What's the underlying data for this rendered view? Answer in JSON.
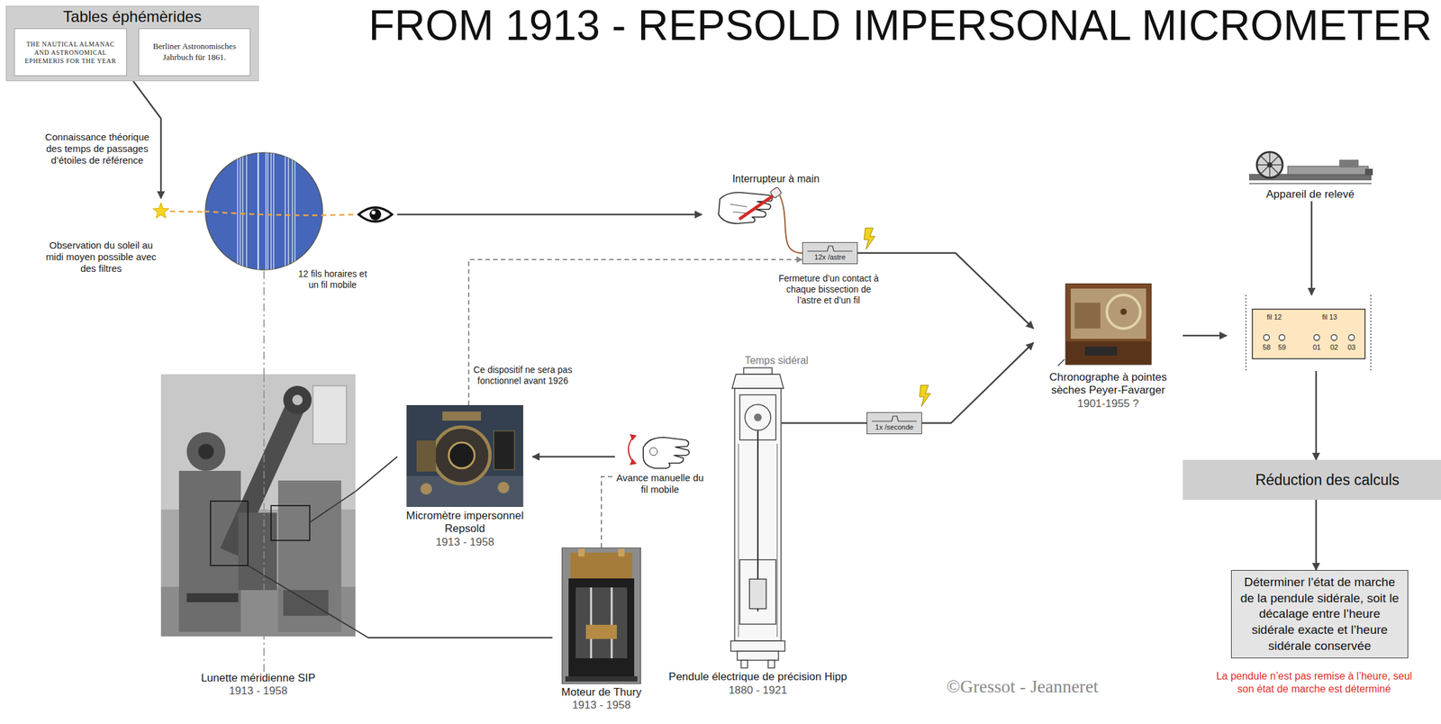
{
  "diagram": {
    "title": "FROM 1913 - REPSOLD IMPERSONAL MICROMETER",
    "nodes": [
      {
        "text": [
          "Tables éphémèrides"
        ]
      },
      {
        "text": [
          "THE NAUTICAL ALMANAC AND ASTRONOMICAL EPHEMERIS FOR THE YEAR"
        ],
        "in": 0
      },
      {
        "text": [
          "Berliner Astronomisches Jahrbuch für 1861."
        ],
        "in": 0
      },
      {
        "text": [
          "12 fils horaires et un fil mobile"
        ]
      },
      {
        "text": [
          "Interrupteur à main"
        ]
      },
      {
        "text": [
          "12x /astre"
        ]
      },
      {
        "text": [
          "Appareil de relevé"
        ]
      },
      {
        "text": [
          "Lunette méridienne SIP",
          "1913 - 1958"
        ]
      },
      {
        "text": [
          "Micromètre impersonnel Repsold",
          "1913 - 1958"
        ]
      },
      {
        "text": [
          "Avance manuelle du fil mobile"
        ]
      },
      {
        "text": [
          "Moteur de Thury",
          "1913 - 1958"
        ]
      },
      {
        "text": [
          "Temps sidéral",
          "Pendule électrique de précision Hipp",
          "1880 - 1921"
        ]
      },
      {
        "text": [
          "1x /seconde"
        ]
      },
      {
        "text": [
          "Chronographe à pointes sèches Peyer-Favarger",
          "1901-1955 ?"
        ]
      },
      {
        "text": [
          "fil 12",
          "fil 13",
          "58",
          "59",
          "01",
          "02",
          "03"
        ]
      },
      {
        "text": [
          "Réduction des calculs"
        ]
      },
      {
        "text": [
          "Déterminer l’état de marche de la pendule sidérale, soit le décalage entre l’heure sidérale exacte et l’heure sidérale conservée"
        ]
      }
    ],
    "edges": [
      {
        "from": 3,
        "to": 4,
        "arrow": "to"
      },
      {
        "from": 4,
        "to": 5,
        "arrow": "none"
      },
      {
        "from": 8,
        "to": 5,
        "arrow": "to"
      },
      {
        "from": 5,
        "to": 13,
        "arrow": "to"
      },
      {
        "from": 11,
        "to": 12,
        "arrow": "none"
      },
      {
        "from": 12,
        "to": 13,
        "arrow": "to"
      },
      {
        "from": 13,
        "to": 14,
        "arrow": "to"
      },
      {
        "from": 6,
        "to": 14,
        "arrow": "to"
      },
      {
        "from": 14,
        "to": 15,
        "arrow": "to"
      },
      {
        "from": 15,
        "to": 16,
        "arrow": "to"
      },
      {
        "from": 9,
        "to": 8,
        "arrow": "to"
      },
      {
        "from": 10,
        "to": 9,
        "arrow": "none"
      },
      {
        "from": 7,
        "to": 8,
        "arrow": "none"
      },
      {
        "from": 7,
        "to": 10,
        "arrow": "none"
      },
      {
        "from": 3,
        "to": 7,
        "arrow": "none"
      }
    ],
    "labels": [
      "Connaissance théorique des temps de passages d’étoiles de référence",
      "Observation du soleil au midi moyen possible avec des filtres",
      "Fermeture d’un contact à chaque bissection de l’astre et d’un fil",
      "Ce dispositif ne sera pas fonctionnel avant 1926",
      "©Gressot - Jeanneret",
      "La pendule n’est pas remise à l’heure, seul son état de marche est déterminé"
    ]
  }
}
